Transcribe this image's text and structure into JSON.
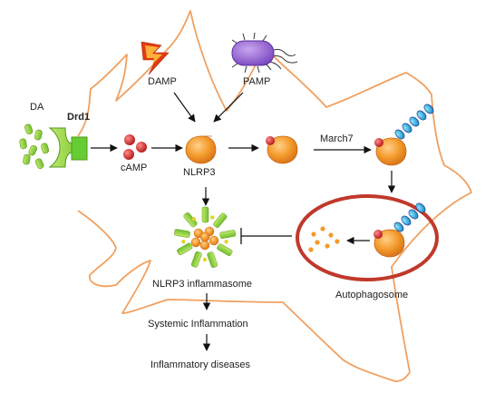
{
  "labels": {
    "da": "DA",
    "drd1": "Drd1",
    "camp": "cAMP",
    "nlrp3": "NLRP3",
    "damp": "DAMP",
    "pamp": "PAMP",
    "march7": "March7",
    "ubiquitin": "Ub",
    "nlrp3_inflammasome": "NLRP3 inflammasome",
    "autophagosome": "Autophagosome",
    "systemic_inflammation": "Systemic Inflammation",
    "inflammatory_diseases": "Inflammatory diseases"
  },
  "colors": {
    "cell_outline": "#f0a060",
    "receptor": "#66cc33",
    "dopamine": "#99cc33",
    "camp": "#cc3333",
    "nlrp3": "#f39a2b",
    "ubiquitin": "#22aadd",
    "autophagosome_ring": "#c0392b",
    "pamp": "#8855cc",
    "damp": "#dd3311"
  },
  "icons": {
    "damp": "lightning-bolt-icon",
    "pamp": "bacterium-icon"
  }
}
